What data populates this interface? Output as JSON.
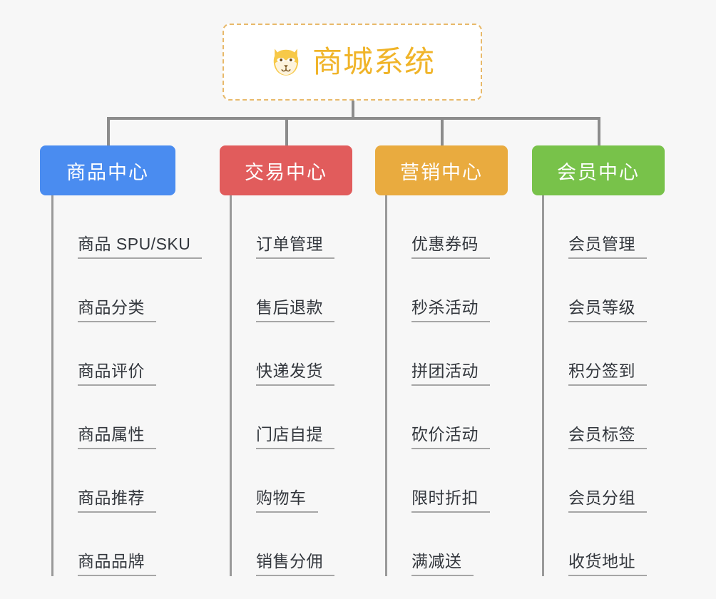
{
  "background_color": "#f7f7f7",
  "root": {
    "icon": "dog-face-icon",
    "title": "商城系统",
    "title_color": "#f0b429",
    "border_color": "#e8b96a",
    "border_style": "dashed",
    "fill_color": "#ffffff"
  },
  "connector_color": "#8c8c8c",
  "columns": [
    {
      "category": "商品中心",
      "color": "#4a8cf0",
      "items": [
        "商品 SPU/SKU",
        "商品分类",
        "商品评价",
        "商品属性",
        "商品推荐",
        "商品品牌"
      ]
    },
    {
      "category": "交易中心",
      "color": "#e15c5c",
      "items": [
        "订单管理",
        "售后退款",
        "快递发货",
        "门店自提",
        "购物车",
        "销售分佣"
      ]
    },
    {
      "category": "营销中心",
      "color": "#e9ab3f",
      "items": [
        "优惠券码",
        "秒杀活动",
        "拼团活动",
        "砍价活动",
        "限时折扣",
        "满减送"
      ]
    },
    {
      "category": "会员中心",
      "color": "#78c24a",
      "items": [
        "会员管理",
        "会员等级",
        "积分签到",
        "会员标签",
        "会员分组",
        "收货地址"
      ]
    }
  ]
}
